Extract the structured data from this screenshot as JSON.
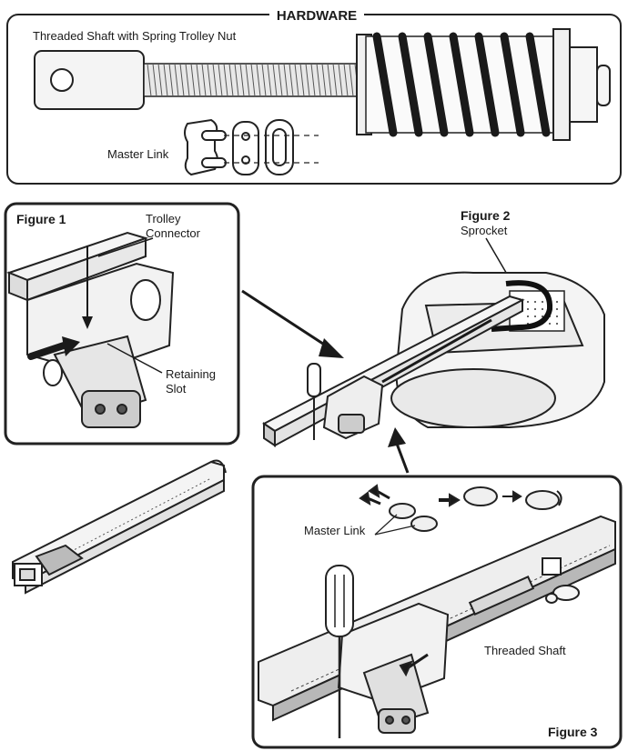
{
  "hardware": {
    "title": "HARDWARE",
    "threaded_shaft_label": "Threaded Shaft with Spring Trolley Nut",
    "master_link_label": "Master Link"
  },
  "figure1": {
    "title": "Figure 1",
    "trolley_connector_label_line1": "Trolley",
    "trolley_connector_label_line2": "Connector",
    "retaining_slot_label_line1": "Retaining",
    "retaining_slot_label_line2": "Slot"
  },
  "figure2": {
    "title": "Figure 2",
    "sprocket_label": "Sprocket"
  },
  "figure3": {
    "title": "Figure 3",
    "master_link_label": "Master Link",
    "threaded_shaft_label": "Threaded Shaft"
  }
}
